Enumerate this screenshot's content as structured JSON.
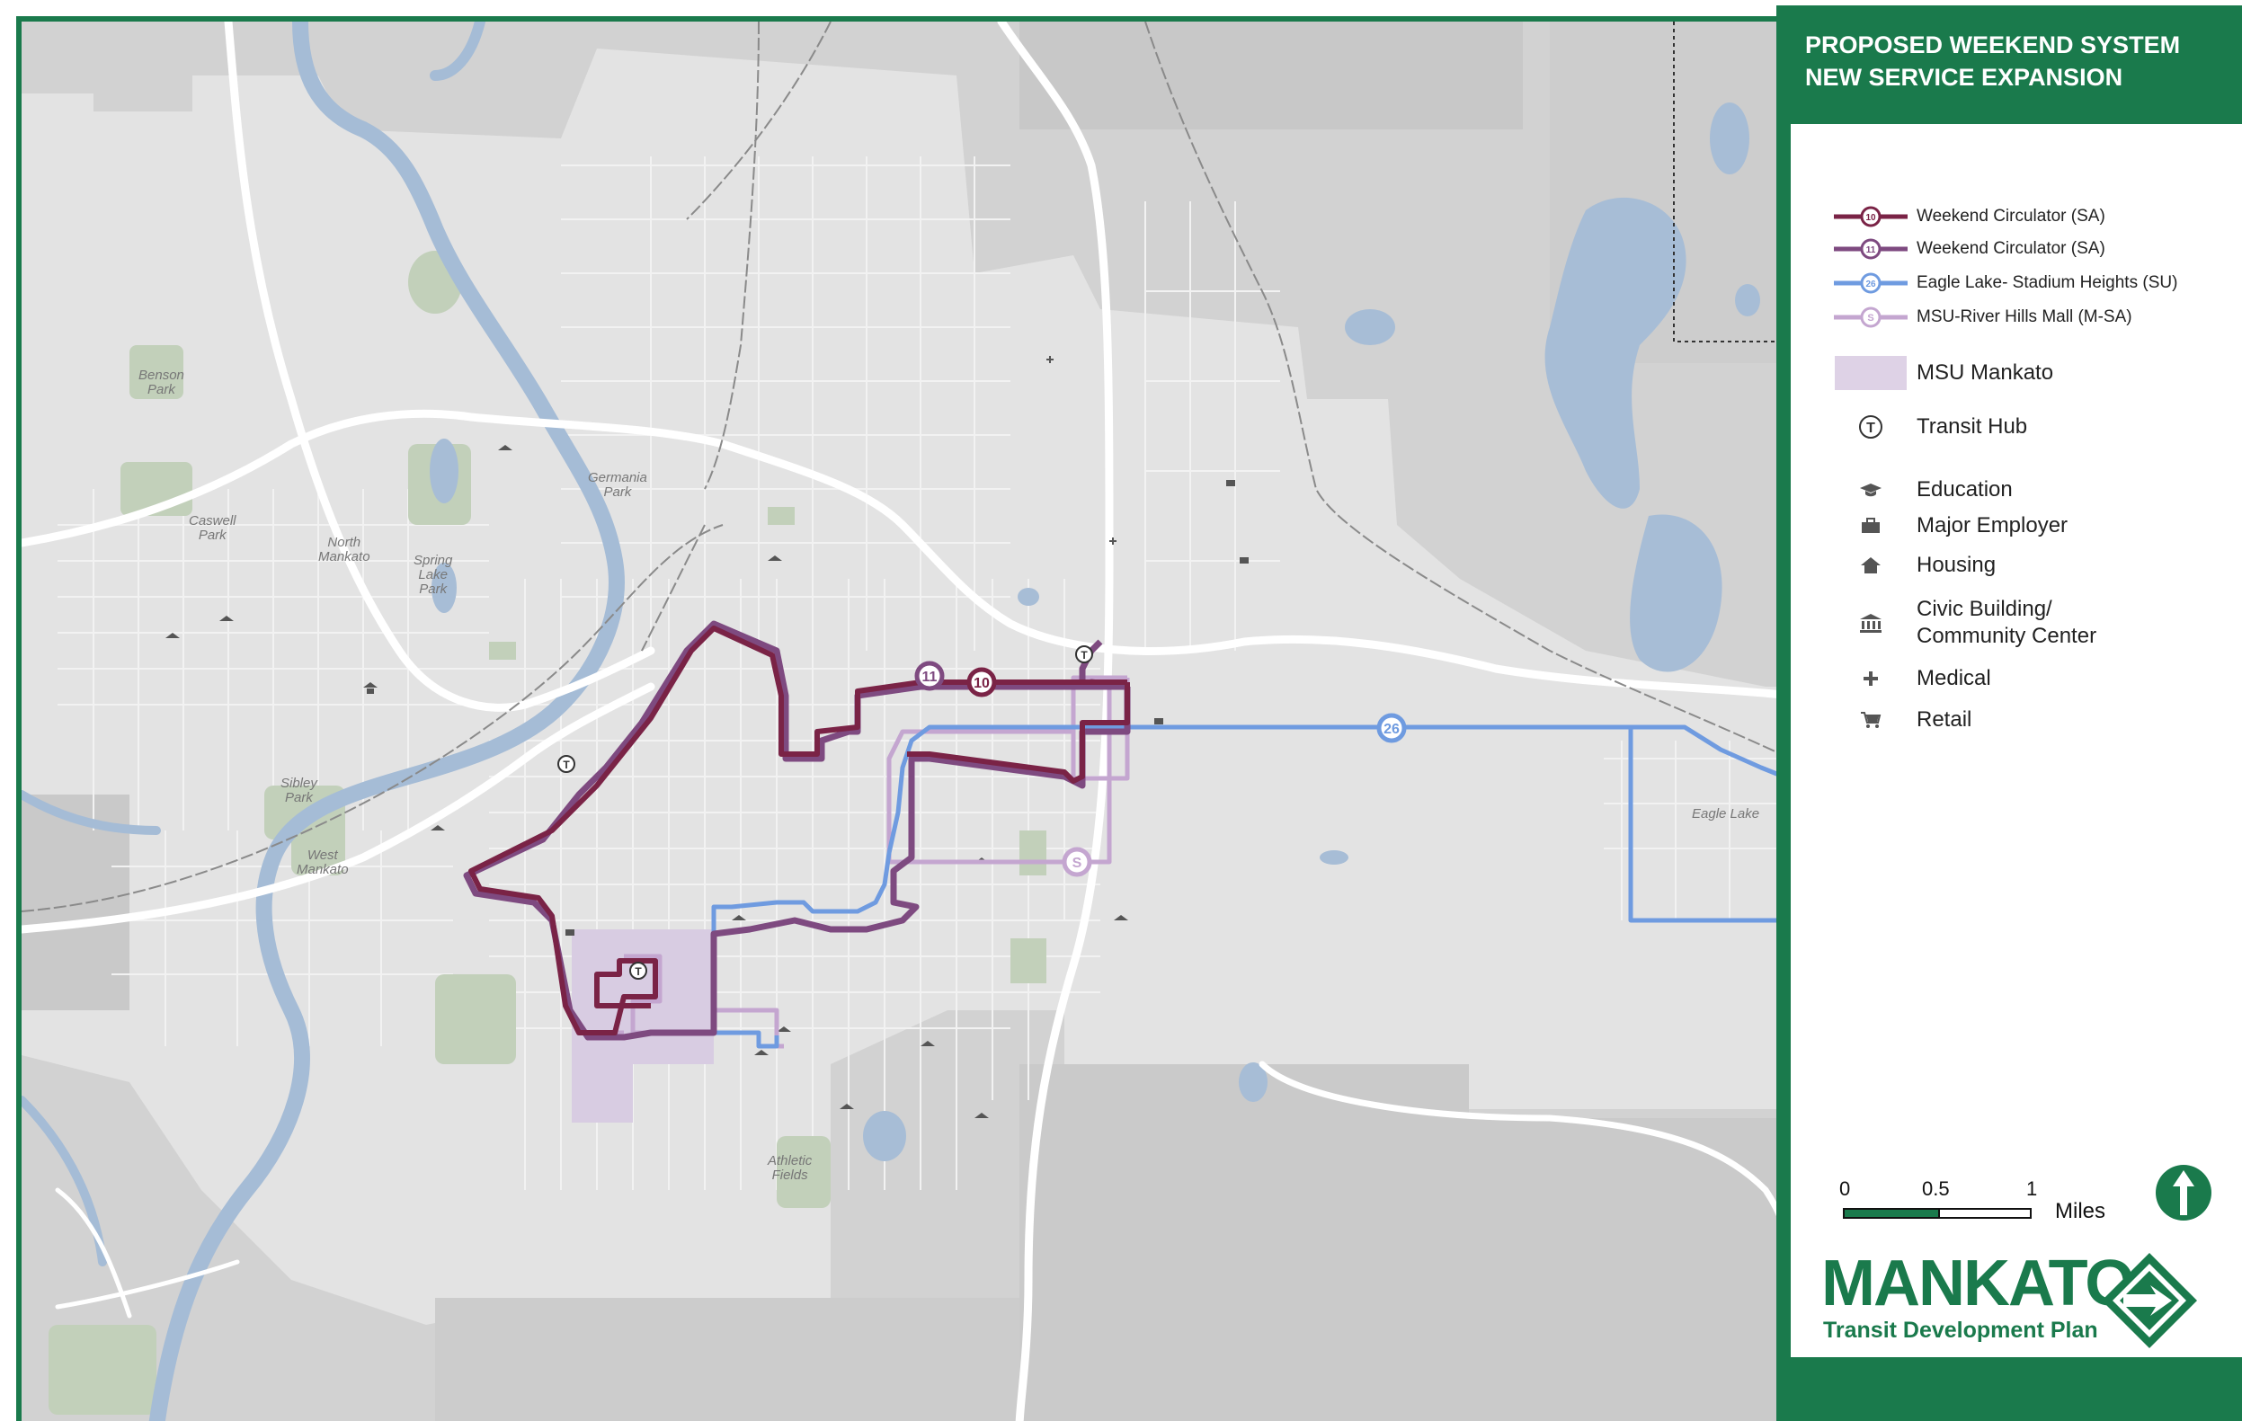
{
  "title_line1": "PROPOSED WEEKEND SYSTEM",
  "title_line2": "NEW SERVICE EXPANSION",
  "legend": {
    "routes": [
      {
        "badge": "10",
        "label": "Weekend Circulator (SA)",
        "color": "#7a2346"
      },
      {
        "badge": "11",
        "label": "Weekend Circulator (SA)",
        "color": "#7e4a80"
      },
      {
        "badge": "26",
        "label": "Eagle Lake- Stadium Heights (SU)",
        "color": "#6f9be0"
      },
      {
        "badge": "S",
        "label": "MSU-River Hills Mall (M-SA)",
        "color": "#c4a6d0"
      }
    ],
    "msu_area": {
      "label": "MSU Mankato",
      "color": "#ded2e6"
    },
    "transit_hub": {
      "badge": "T",
      "label": "Transit Hub"
    },
    "poi": [
      {
        "icon": "education-icon",
        "label": "Education"
      },
      {
        "icon": "major-employer-icon",
        "label": "Major Employer"
      },
      {
        "icon": "housing-icon",
        "label": "Housing"
      },
      {
        "icon": "civic-building-icon",
        "label_line1": "Civic Building/",
        "label_line2": "Community Center"
      },
      {
        "icon": "medical-icon",
        "label": "Medical"
      },
      {
        "icon": "retail-icon",
        "label": "Retail"
      }
    ]
  },
  "scale": {
    "tick0": "0",
    "tick1": "0.5",
    "tick2": "1",
    "unit": "Miles"
  },
  "logo": {
    "word": "MANKATO",
    "subtitle": "Transit Development Plan"
  },
  "place_labels": {
    "benson_park": [
      "Benson",
      "Park"
    ],
    "caswell_park": [
      "Caswell",
      "Park"
    ],
    "north_mankato": [
      "North",
      "Mankato"
    ],
    "spring_lake_park": [
      "Spring",
      "Lake",
      "Park"
    ],
    "germania_park": [
      "Germania",
      "Park"
    ],
    "sibley_park": [
      "Sibley",
      "Park"
    ],
    "west_mankato": [
      "West",
      "Mankato"
    ],
    "athletic_fields": [
      "Athletic",
      "Fields"
    ],
    "eagle_lake": [
      "Eagle Lake"
    ]
  },
  "map_badges": {
    "route10": "10",
    "route11": "11",
    "route26": "26",
    "route_s": "S",
    "hub": "T"
  },
  "colors": {
    "brand_green": "#1a7a4c",
    "map_base": "#d4d4d4",
    "city_area": "#e4e4e4",
    "water": "#a5bcd6",
    "park": "#c4d2bd"
  }
}
